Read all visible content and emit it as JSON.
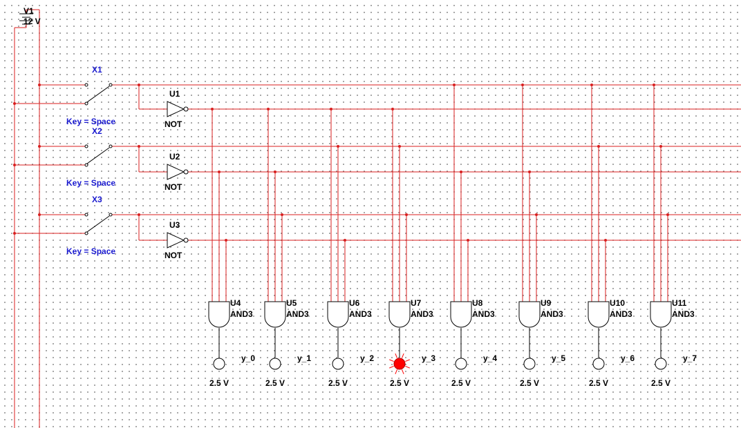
{
  "source": {
    "ref": "V1",
    "value": "12 V"
  },
  "switches": [
    {
      "ref": "X1",
      "key": "Key = Space"
    },
    {
      "ref": "X2",
      "key": "Key = Space"
    },
    {
      "ref": "X3",
      "key": "Key = Space"
    }
  ],
  "inverters": [
    {
      "ref": "U1",
      "type": "NOT"
    },
    {
      "ref": "U2",
      "type": "NOT"
    },
    {
      "ref": "U3",
      "type": "NOT"
    }
  ],
  "and_gates": [
    {
      "ref": "U4",
      "type": "AND3"
    },
    {
      "ref": "U5",
      "type": "AND3"
    },
    {
      "ref": "U6",
      "type": "AND3"
    },
    {
      "ref": "U7",
      "type": "AND3"
    },
    {
      "ref": "U8",
      "type": "AND3"
    },
    {
      "ref": "U9",
      "type": "AND3"
    },
    {
      "ref": "U10",
      "type": "AND3"
    },
    {
      "ref": "U11",
      "type": "AND3"
    }
  ],
  "outputs": [
    {
      "name": "y_0",
      "voltage": "2.5 V",
      "lit": false
    },
    {
      "name": "y_1",
      "voltage": "2.5 V",
      "lit": false
    },
    {
      "name": "y_2",
      "voltage": "2.5 V",
      "lit": false
    },
    {
      "name": "y_3",
      "voltage": "2.5 V",
      "lit": true
    },
    {
      "name": "y_4",
      "voltage": "2.5 V",
      "lit": false
    },
    {
      "name": "y_5",
      "voltage": "2.5 V",
      "lit": false
    },
    {
      "name": "y_6",
      "voltage": "2.5 V",
      "lit": false
    },
    {
      "name": "y_7",
      "voltage": "2.5 V",
      "lit": false
    }
  ],
  "colors": {
    "wire": "#d81e1e",
    "label_blue": "#1a1ad0",
    "probe_lit": "#ff0000"
  }
}
